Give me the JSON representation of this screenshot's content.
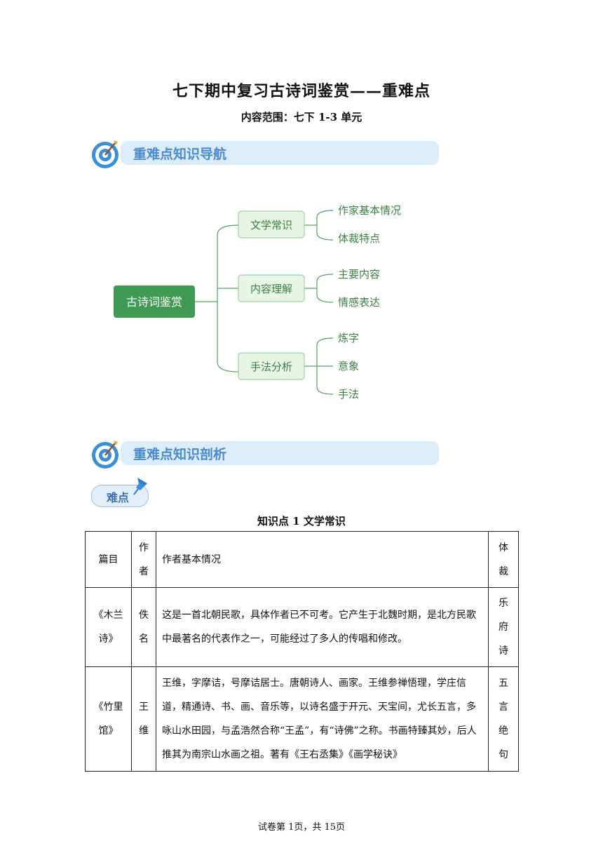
{
  "title": "七下期中复习古诗词鉴赏——重难点",
  "subtitle": "内容范围：七下 1-3 单元",
  "banner1": "重难点知识导航",
  "banner2": "重难点知识剖析",
  "mindmap": {
    "root": "古诗词鉴赏",
    "branches": [
      {
        "label": "文学常识",
        "leaves": [
          "作家基本情况",
          "体裁特点"
        ]
      },
      {
        "label": "内容理解",
        "leaves": [
          "主要内容",
          "情感表达"
        ]
      },
      {
        "label": "手法分析",
        "leaves": [
          "炼字",
          "意象",
          "手法"
        ]
      }
    ]
  },
  "tag": "难点",
  "knowledge_point_title": "知识点 1  文学常识",
  "table": {
    "headers": {
      "title": "篇目",
      "author": "作者",
      "info": "作者基本情况",
      "genre": "体裁"
    },
    "rows": [
      {
        "title": "《木兰诗》",
        "author": "佚名",
        "info": "这是一首北朝民歌，具体作者已不可考。它产生于北魏时期，是北方民歌中最著名的代表作之一，可能经过了多人的传唱和修改。",
        "genre": "乐府诗"
      },
      {
        "title": "《竹里馆》",
        "author": "王维",
        "info": "王维，字摩诘，号摩诘居士。唐朝诗人、画家。王维参禅悟理，学庄信道，精通诗、书、画、音乐等，以诗名盛于开元、天宝间，尤长五言，多咏山水田园，与孟浩然合称“王孟”，有“诗佛”之称。书画特臻其妙，后人推其为南宗山水画之祖。著有《王右丞集》《画学秘诀》",
        "genre": "五言绝句"
      }
    ]
  },
  "footer": "试卷第 1页，共 15页",
  "colors": {
    "root_fill": "#3f9a54",
    "branch_fill": "#e8f4e6",
    "line": "#4fa35e",
    "leaf_text": "#3d7f45",
    "banner_text": "#4a8bd0"
  }
}
